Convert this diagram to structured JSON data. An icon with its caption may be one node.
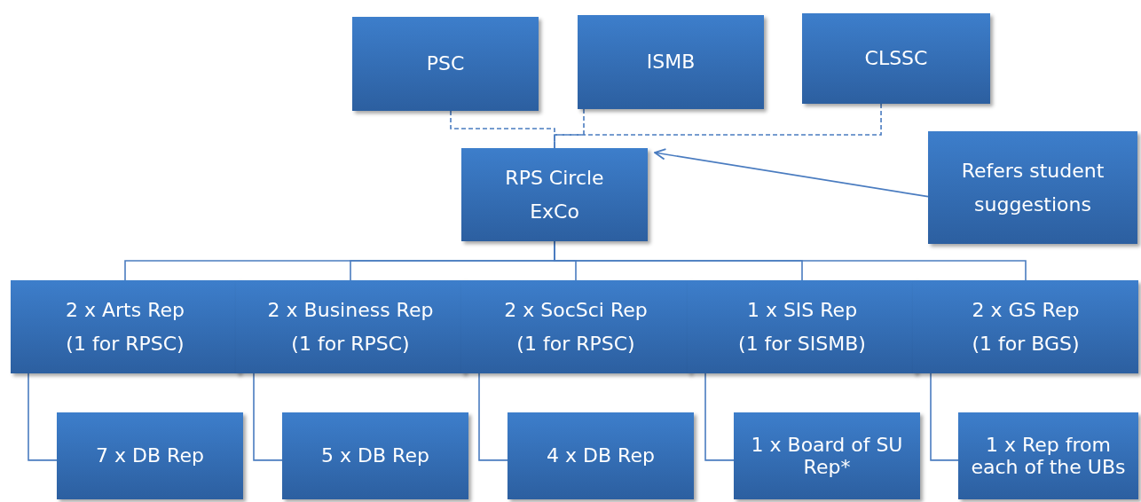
{
  "diagram": {
    "nodes": [
      {
        "text": [
          "PSC"
        ]
      },
      {
        "text": [
          "ISMB"
        ]
      },
      {
        "text": [
          "CLSSC"
        ]
      },
      {
        "text": [
          "RPS Circle",
          "ExCo"
        ]
      },
      {
        "text": [
          "Refers student",
          "suggestions"
        ]
      },
      {
        "text": [
          "2 x Arts Rep",
          "(1 for RPSC)"
        ]
      },
      {
        "text": [
          "2 x Business Rep",
          "(1 for RPSC)"
        ]
      },
      {
        "text": [
          "2 x SocSci Rep",
          "(1 for RPSC)"
        ]
      },
      {
        "text": [
          "1 x SIS Rep",
          "(1 for SISMB)"
        ]
      },
      {
        "text": [
          "2 x GS Rep",
          "(1 for BGS)"
        ]
      },
      {
        "text": [
          "7 x DB Rep"
        ]
      },
      {
        "text": [
          "5 x DB Rep"
        ]
      },
      {
        "text": [
          "4 x DB Rep"
        ]
      },
      {
        "text": [
          "1 x Board of SU Rep*"
        ]
      },
      {
        "text": [
          "1 x Rep from each of the UBs"
        ]
      }
    ],
    "edges": [
      {
        "from": 0,
        "to": 3,
        "arrow": "none",
        "style": "dashed"
      },
      {
        "from": 1,
        "to": 3,
        "arrow": "none",
        "style": "dashed"
      },
      {
        "from": 2,
        "to": 3,
        "arrow": "none",
        "style": "dashed"
      },
      {
        "from": 4,
        "to": 3,
        "arrow": "to"
      },
      {
        "from": 3,
        "to": 5,
        "arrow": "none"
      },
      {
        "from": 3,
        "to": 6,
        "arrow": "none"
      },
      {
        "from": 3,
        "to": 7,
        "arrow": "none"
      },
      {
        "from": 3,
        "to": 8,
        "arrow": "none"
      },
      {
        "from": 3,
        "to": 9,
        "arrow": "none"
      },
      {
        "from": 5,
        "to": 10,
        "arrow": "none"
      },
      {
        "from": 6,
        "to": 11,
        "arrow": "none"
      },
      {
        "from": 7,
        "to": 12,
        "arrow": "none"
      },
      {
        "from": 8,
        "to": 13,
        "arrow": "none"
      },
      {
        "from": 9,
        "to": 14,
        "arrow": "none"
      }
    ]
  }
}
